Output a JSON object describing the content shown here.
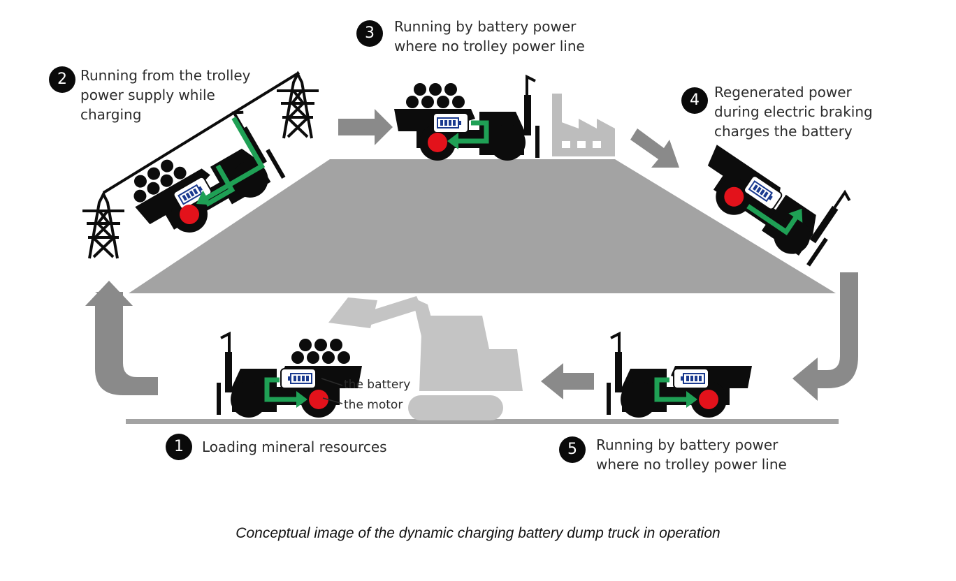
{
  "steps": [
    {
      "number": "1",
      "lines": [
        "Loading mineral resources"
      ]
    },
    {
      "number": "2",
      "lines": [
        "Running from the trolley",
        "power supply while",
        "charging"
      ]
    },
    {
      "number": "3",
      "lines": [
        "Running by battery power",
        "where no trolley power line"
      ]
    },
    {
      "number": "4",
      "lines": [
        "Regenerated power",
        "during electric braking",
        "charges the battery"
      ]
    },
    {
      "number": "5",
      "lines": [
        "Running by battery power",
        "where no trolley power line"
      ]
    }
  ],
  "parts": {
    "battery": "the battery",
    "motor": "the motor"
  },
  "caption": "Conceptual image of the dynamic charging battery dump truck in operation",
  "colors": {
    "hill": "#a3a3a3",
    "arrow": "#8a8a8a",
    "energy_flow": "#1fa055",
    "motor": "#e3121b",
    "truck": "#0c0c0c",
    "excavator": "#c4c4c4"
  }
}
